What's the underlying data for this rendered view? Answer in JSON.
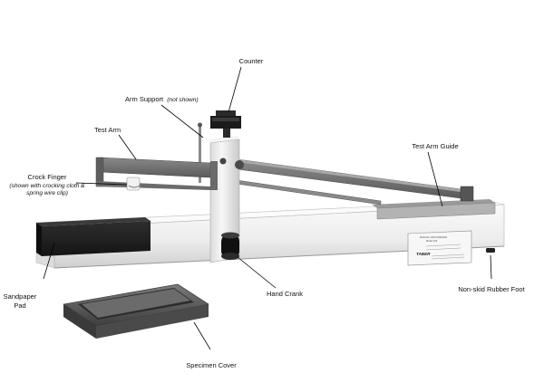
{
  "callouts": {
    "counter": "Counter",
    "arm_support": "Arm Support",
    "arm_support_note": "(not shown)",
    "test_arm": "Test Arm",
    "crock_finger": "Crock Finger",
    "crock_finger_note_1": "(shown with crocking cloth &",
    "crock_finger_note_2": "spring wire clip)",
    "test_arm_guide": "Test Arm Guide",
    "sandpaper_pad_1": "Sandpaper",
    "sandpaper_pad_2": "Pad",
    "hand_crank": "Hand Crank",
    "rubber_foot": "Non-skid Rubber Foot",
    "specimen_cover": "Specimen Cover"
  },
  "nameplate": {
    "line1": "MANUAL CROCKMETER",
    "line2": "Model 418",
    "brand": "TABER"
  },
  "colors": {
    "base_white": "#f2f2f2",
    "pad_black": "#1e1e1e",
    "arm_gray": "#6e6e6e",
    "cover_gray": "#5c5c5c"
  }
}
